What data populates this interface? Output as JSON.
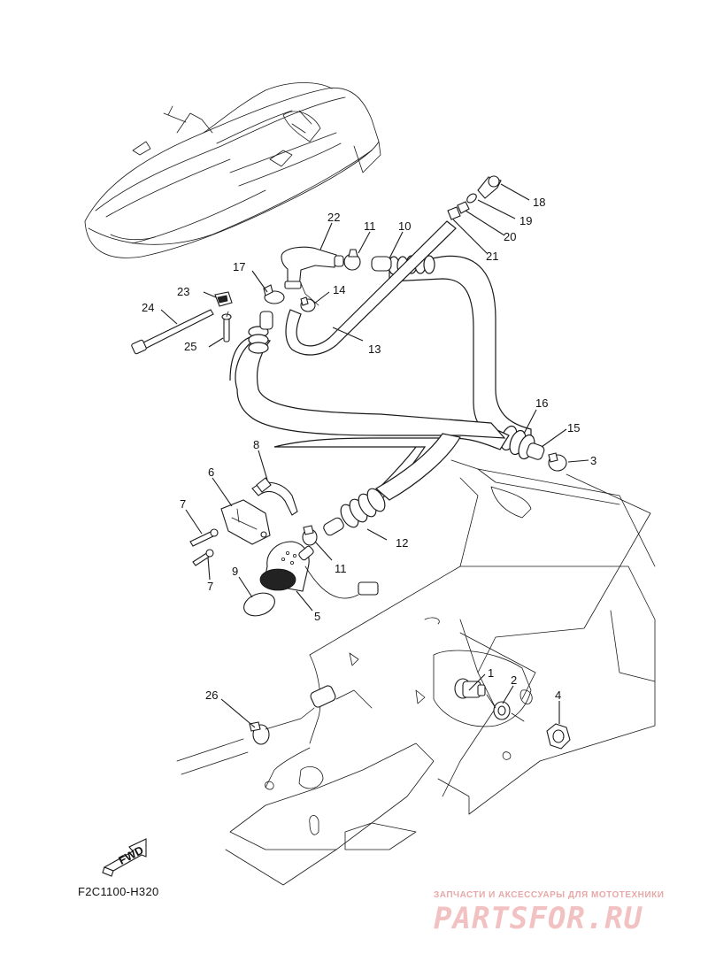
{
  "diagram_code": "F2C1100-H320",
  "fwd_label": "FWD",
  "watermark": {
    "tagline": "ЗАПЧАСТИ И АКСЕССУАРЫ ДЛЯ МОТОТЕХНИКИ",
    "brand": "PARTSFOR.RU"
  },
  "callouts": {
    "c1": "1",
    "c2": "2",
    "c3": "3",
    "c4": "4",
    "c5": "5",
    "c6": "6",
    "c7a": "7",
    "c7b": "7",
    "c8": "8",
    "c9": "9",
    "c10": "10",
    "c11a": "11",
    "c11b": "11",
    "c12": "12",
    "c13": "13",
    "c14": "14",
    "c15": "15",
    "c16": "16",
    "c17": "17",
    "c18": "18",
    "c19": "19",
    "c20": "20",
    "c21": "21",
    "c22": "22",
    "c23": "23",
    "c24": "24",
    "c25": "25",
    "c26": "26"
  }
}
